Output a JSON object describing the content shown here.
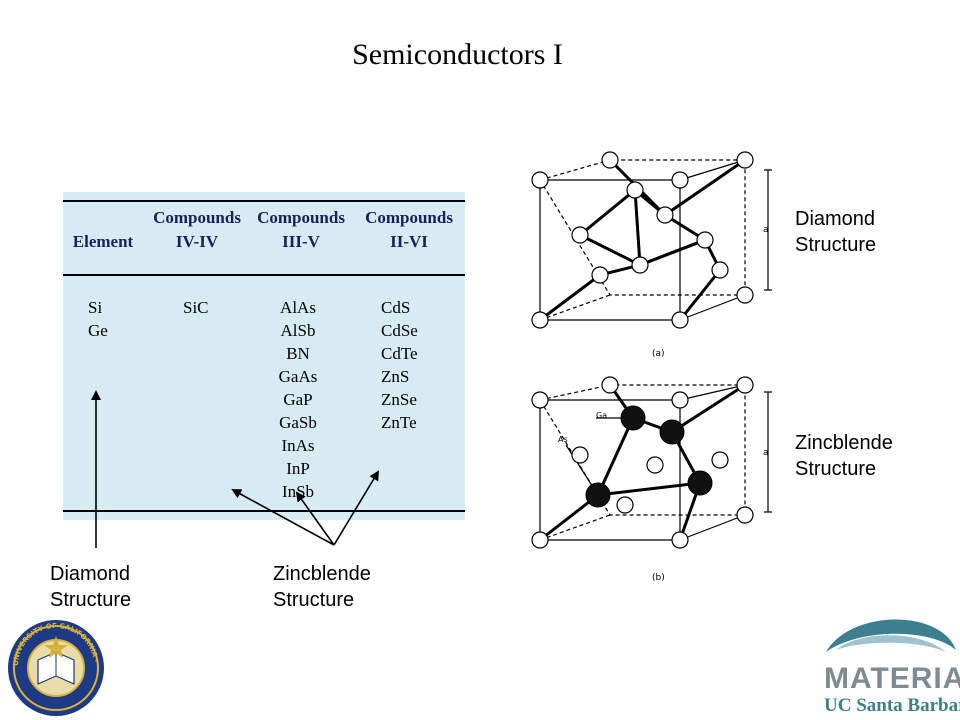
{
  "slide": {
    "title": "Semiconductors I"
  },
  "table": {
    "headers": [
      {
        "line1": "",
        "line2": "Element"
      },
      {
        "line1": "Compounds",
        "line2": "IV-IV"
      },
      {
        "line1": "Compounds",
        "line2": "III-V"
      },
      {
        "line1": "Compounds",
        "line2": "II-VI"
      }
    ],
    "columns": [
      [
        "Si",
        "Ge"
      ],
      [
        "SiC"
      ],
      [
        "AlAs",
        "AlSb",
        "BN",
        "GaAs",
        "GaP",
        "GaSb",
        "InAs",
        "InP",
        "InSb"
      ],
      [
        "CdS",
        "CdSe",
        "CdTe",
        "ZnS",
        "ZnSe",
        "ZnTe"
      ]
    ]
  },
  "annotations": {
    "left_label_line1": "Diamond",
    "left_label_line2": "Structure",
    "mid_label_line1": "Zincblende",
    "mid_label_line2": "Structure"
  },
  "figures": {
    "diamond": {
      "label_line1": "Diamond",
      "label_line2": "Structure",
      "caption": "(a)",
      "axis_letter": "a"
    },
    "zincblende": {
      "label_line1": "Zincblende",
      "label_line2": "Structure",
      "caption": "(b)",
      "axis_letter": "a",
      "atom_label_ga": "Ga",
      "atom_label_as": "As"
    }
  },
  "logos": {
    "seal_text": "UNIVERSITY OF CALIFORNIA · SANTA BARBARA",
    "materials_line1": "MATERIALS",
    "materials_line2": "UC Santa Barbara"
  },
  "colors": {
    "table_bg": "#d6ecf2",
    "header_text": "#17215c",
    "seal_blue": "#1d3a84",
    "seal_gold": "#d8b23a",
    "materials_teal": "#3d7f8e",
    "materials_gray": "#7d8b92"
  }
}
